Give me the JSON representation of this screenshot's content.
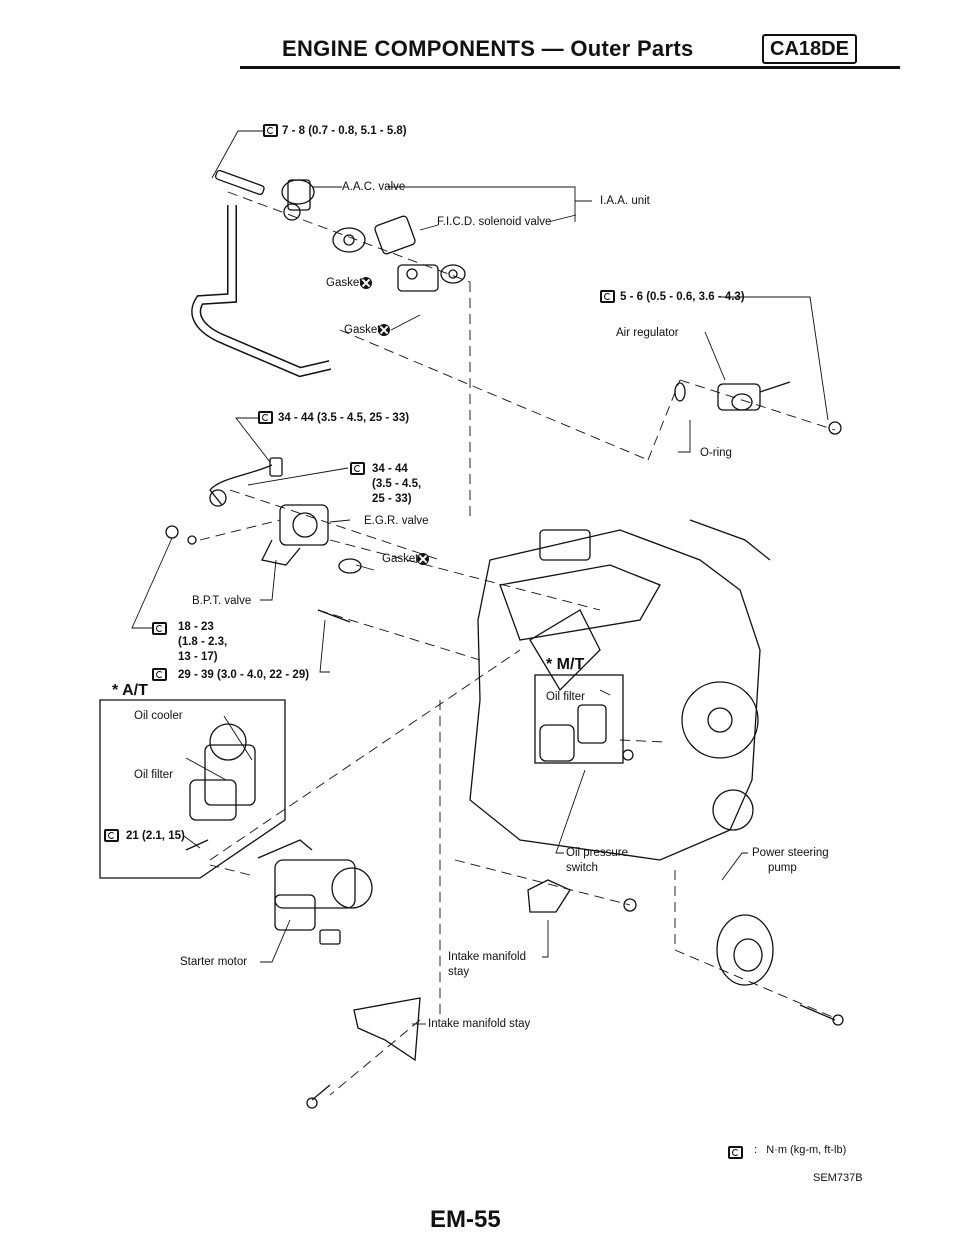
{
  "header": {
    "title": "ENGINE COMPONENTS — Outer Parts",
    "badge": "CA18DE"
  },
  "labels": {
    "torque_top": "7 - 8 (0.7 - 0.8, 5.1 - 5.8)",
    "aac_valve": "A.A.C. valve",
    "iaa_unit": "I.A.A. unit",
    "ficd_valve": "F.I.C.D. solenoid valve",
    "gasket": "Gasket",
    "torque_air_reg": "5 - 6 (0.5 - 0.6, 3.6 - 4.3)",
    "air_regulator": "Air regulator",
    "o_ring": "O-ring",
    "torque_34a": "34 - 44 (3.5 - 4.5, 25 - 33)",
    "torque_34b_1": "34 - 44",
    "torque_34b_2": "(3.5 - 4.5,",
    "torque_34b_3": "25 - 33)",
    "egr_valve": "E.G.R. valve",
    "bpt_valve": "B.P.T. valve",
    "torque_18_1": "18 - 23",
    "torque_18_2": "(1.8 - 2.3,",
    "torque_18_3": "13 - 17)",
    "torque_29": "29 - 39 (3.0 - 4.0, 22 - 29)",
    "at_label": "* A/T",
    "mt_label": "* M/T",
    "oil_cooler": "Oil cooler",
    "oil_filter": "Oil filter",
    "torque_21": "21 (2.1, 15)",
    "oil_pressure_1": "Oil pressure",
    "oil_pressure_2": "switch",
    "power_steering_1": "Power steering",
    "power_steering_2": "pump",
    "starter_motor": "Starter motor",
    "intake_stay_1": "Intake manifold",
    "intake_stay_2": "stay",
    "intake_stay_b": "Intake manifold stay"
  },
  "legend": {
    "units": "N·m (kg-m, ft-lb)",
    "code": "SEM737B"
  },
  "page_number": "EM-55"
}
